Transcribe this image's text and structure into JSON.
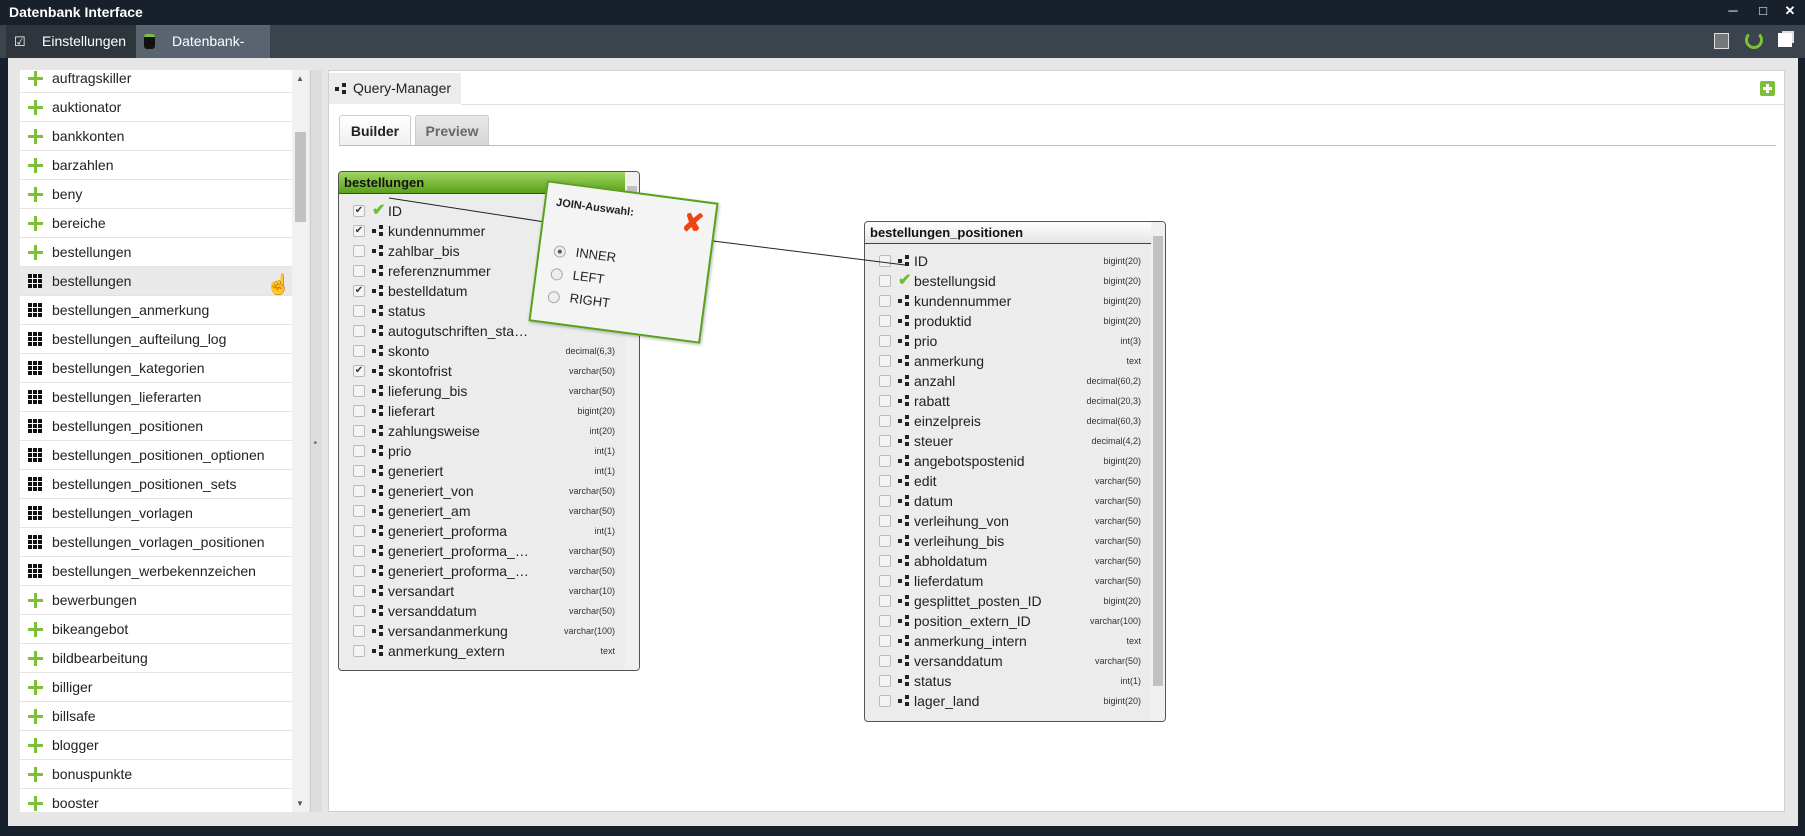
{
  "window": {
    "title": "Datenbank Interface",
    "controls": [
      "minimize",
      "maximize",
      "close"
    ]
  },
  "toolbar": {
    "tabs": [
      {
        "label": "Einstellungen",
        "icon": "checklist-icon"
      },
      {
        "label": "Datenbank-Manager",
        "icon": "database-icon"
      }
    ],
    "right_icons": [
      "user-icon",
      "refresh-icon",
      "windows-icon"
    ]
  },
  "sidebar": {
    "items": [
      {
        "label": "auftragskiller",
        "icon": "plus"
      },
      {
        "label": "auktionator",
        "icon": "plus"
      },
      {
        "label": "bankkonten",
        "icon": "plus"
      },
      {
        "label": "barzahlen",
        "icon": "plus"
      },
      {
        "label": "beny",
        "icon": "plus"
      },
      {
        "label": "bereiche",
        "icon": "plus"
      },
      {
        "label": "bestellungen",
        "icon": "plus"
      },
      {
        "label": "bestellungen",
        "icon": "grid",
        "hover": true
      },
      {
        "label": "bestellungen_anmerkung",
        "icon": "grid"
      },
      {
        "label": "bestellungen_aufteilung_log",
        "icon": "grid"
      },
      {
        "label": "bestellungen_kategorien",
        "icon": "grid"
      },
      {
        "label": "bestellungen_lieferarten",
        "icon": "grid"
      },
      {
        "label": "bestellungen_positionen",
        "icon": "grid"
      },
      {
        "label": "bestellungen_positionen_optionen",
        "icon": "grid"
      },
      {
        "label": "bestellungen_positionen_sets",
        "icon": "grid"
      },
      {
        "label": "bestellungen_vorlagen",
        "icon": "grid"
      },
      {
        "label": "bestellungen_vorlagen_positionen",
        "icon": "grid"
      },
      {
        "label": "bestellungen_werbekennzeichen",
        "icon": "grid"
      },
      {
        "label": "bewerbungen",
        "icon": "plus"
      },
      {
        "label": "bikeangebot",
        "icon": "plus"
      },
      {
        "label": "bildbearbeitung",
        "icon": "plus"
      },
      {
        "label": "billiger",
        "icon": "plus"
      },
      {
        "label": "billsafe",
        "icon": "plus"
      },
      {
        "label": "blogger",
        "icon": "plus"
      },
      {
        "label": "bonuspunkte",
        "icon": "plus"
      },
      {
        "label": "booster",
        "icon": "plus"
      }
    ]
  },
  "main": {
    "tab_label": "Query-Manager",
    "subtabs": [
      "Builder",
      "Preview"
    ],
    "active_subtab": "Builder"
  },
  "tables": [
    {
      "name": "bestellungen",
      "fields": [
        {
          "name": "ID",
          "type": "",
          "checked": true,
          "joined": true
        },
        {
          "name": "kundennummer",
          "type": "",
          "checked": true
        },
        {
          "name": "zahlbar_bis",
          "type": "",
          "checked": false
        },
        {
          "name": "referenznummer",
          "type": "",
          "checked": false
        },
        {
          "name": "bestelldatum",
          "type": "",
          "checked": true
        },
        {
          "name": "status",
          "type": "",
          "checked": false
        },
        {
          "name": "autogutschriften_sta…",
          "type": "",
          "checked": false
        },
        {
          "name": "skonto",
          "type": "decimal(6,3)",
          "checked": false
        },
        {
          "name": "skontofrist",
          "type": "varchar(50)",
          "checked": true
        },
        {
          "name": "lieferung_bis",
          "type": "varchar(50)",
          "checked": false
        },
        {
          "name": "lieferart",
          "type": "bigint(20)",
          "checked": false
        },
        {
          "name": "zahlungsweise",
          "type": "int(20)",
          "checked": false
        },
        {
          "name": "prio",
          "type": "int(1)",
          "checked": false
        },
        {
          "name": "generiert",
          "type": "int(1)",
          "checked": false
        },
        {
          "name": "generiert_von",
          "type": "varchar(50)",
          "checked": false
        },
        {
          "name": "generiert_am",
          "type": "varchar(50)",
          "checked": false
        },
        {
          "name": "generiert_proforma",
          "type": "int(1)",
          "checked": false
        },
        {
          "name": "generiert_proforma_…",
          "type": "varchar(50)",
          "checked": false
        },
        {
          "name": "generiert_proforma_…",
          "type": "varchar(50)",
          "checked": false
        },
        {
          "name": "versandart",
          "type": "varchar(10)",
          "checked": false
        },
        {
          "name": "versanddatum",
          "type": "varchar(50)",
          "checked": false
        },
        {
          "name": "versandanmerkung",
          "type": "varchar(100)",
          "checked": false
        },
        {
          "name": "anmerkung_extern",
          "type": "text",
          "checked": false
        }
      ]
    },
    {
      "name": "bestellungen_positionen",
      "fields": [
        {
          "name": "ID",
          "type": "bigint(20)"
        },
        {
          "name": "bestellungsid",
          "type": "bigint(20)",
          "joined": true
        },
        {
          "name": "kundennummer",
          "type": "bigint(20)"
        },
        {
          "name": "produktid",
          "type": "bigint(20)"
        },
        {
          "name": "prio",
          "type": "int(3)"
        },
        {
          "name": "anmerkung",
          "type": "text"
        },
        {
          "name": "anzahl",
          "type": "decimal(60,2)"
        },
        {
          "name": "rabatt",
          "type": "decimal(20,3)"
        },
        {
          "name": "einzelpreis",
          "type": "decimal(60,3)"
        },
        {
          "name": "steuer",
          "type": "decimal(4,2)"
        },
        {
          "name": "angebotspostenid",
          "type": "bigint(20)"
        },
        {
          "name": "edit",
          "type": "varchar(50)"
        },
        {
          "name": "datum",
          "type": "varchar(50)"
        },
        {
          "name": "verleihung_von",
          "type": "varchar(50)"
        },
        {
          "name": "verleihung_bis",
          "type": "varchar(50)"
        },
        {
          "name": "abholdatum",
          "type": "varchar(50)"
        },
        {
          "name": "lieferdatum",
          "type": "varchar(50)"
        },
        {
          "name": "gesplittet_posten_ID",
          "type": "bigint(20)"
        },
        {
          "name": "position_extern_ID",
          "type": "varchar(100)"
        },
        {
          "name": "anmerkung_intern",
          "type": "text"
        },
        {
          "name": "versanddatum",
          "type": "varchar(50)"
        },
        {
          "name": "status",
          "type": "int(1)"
        },
        {
          "name": "lager_land",
          "type": "bigint(20)"
        }
      ]
    }
  ],
  "join_popup": {
    "title": "JOIN-Auswahl:",
    "options": [
      "INNER",
      "LEFT",
      "RIGHT"
    ],
    "selected": "INNER"
  },
  "colors": {
    "accent_green": "#7cc03a",
    "close_red": "#ee4411",
    "titlebar": "#17202b"
  }
}
